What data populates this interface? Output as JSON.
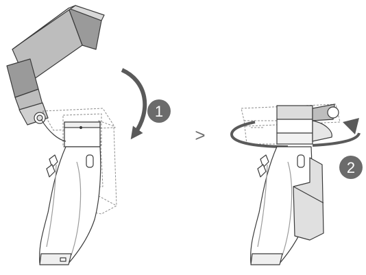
{
  "steps": [
    {
      "number": "1"
    },
    {
      "number": "2"
    }
  ],
  "separator": ">",
  "colors": {
    "line": "#3a3a3a",
    "dashed": "#8c8c8c",
    "badge": "#6b6b6b",
    "arrow": "#5a5a5a",
    "fill_light": "#e9e9e9",
    "fill_mid": "#bdbdbd",
    "fill_dark": "#9a9a9a"
  },
  "icons": [
    "fold-arrow-icon",
    "rotate-arrow-icon",
    "gimbal-illustration"
  ]
}
